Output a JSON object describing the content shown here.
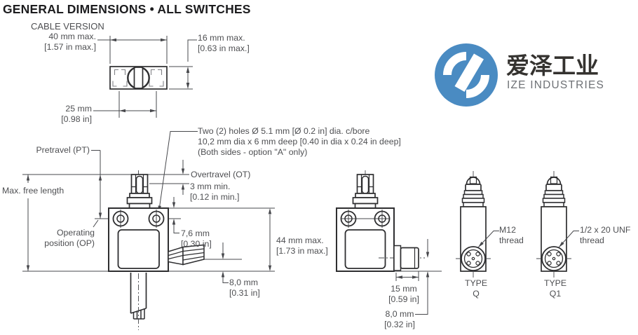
{
  "title": "GENERAL DIMENSIONS • ALL SWITCHES",
  "logo": {
    "zh": "爱泽工业",
    "en": "IZE INDUSTRIES"
  },
  "colors": {
    "line": "#2e2e30",
    "text": "#4e4f52",
    "logo_blue": "#4a8bc2"
  },
  "top_view": {
    "caption": "CABLE VERSION",
    "width": {
      "m": "40 mm max.",
      "i": "[1.57 in max.]"
    },
    "height": {
      "m": "16 mm max.",
      "i": "[0.63 in max.]"
    },
    "hole_spacing": {
      "m": "25 mm",
      "i": "[0.98 in]"
    }
  },
  "front_view": {
    "pretravel": "Pretravel (PT)",
    "max_free_length": "Max. free length",
    "operating_position": {
      "l1": "Operating",
      "l2": "position (OP)"
    },
    "holes_note": {
      "l1": "Two (2) holes Ø 5.1 mm [Ø 0.2 in] dia. c/bore",
      "l2": "10,2 mm dia x 6 mm deep [0.40 in dia x 0.24 in deep]",
      "l3": "(Both sides - option \"A\" only)"
    },
    "overtravel": "Overtravel (OT)",
    "ot_min": {
      "m": "3 mm min.",
      "i": "[0.12 in min.]"
    },
    "hole_depth": {
      "m": "7,6 mm",
      "i": "[0.30 in]"
    },
    "height": {
      "m": "44 mm max.",
      "i": "[1.73 in max.]"
    },
    "cable_offset": {
      "m": "8,0 mm",
      "i": "[0.31 in]"
    }
  },
  "connector_view": {
    "length": {
      "m": "15 mm",
      "i": "[0.59 in]"
    },
    "offset": {
      "m": "8,0 mm",
      "i": "[0.32 in]"
    }
  },
  "type_q": {
    "thread": {
      "l1": "M12",
      "l2": "thread"
    },
    "label": {
      "l1": "TYPE",
      "l2": "Q"
    }
  },
  "type_q1": {
    "thread": {
      "l1": "1/2 x 20 UNF",
      "l2": "thread"
    },
    "label": {
      "l1": "TYPE",
      "l2": "Q1"
    }
  }
}
